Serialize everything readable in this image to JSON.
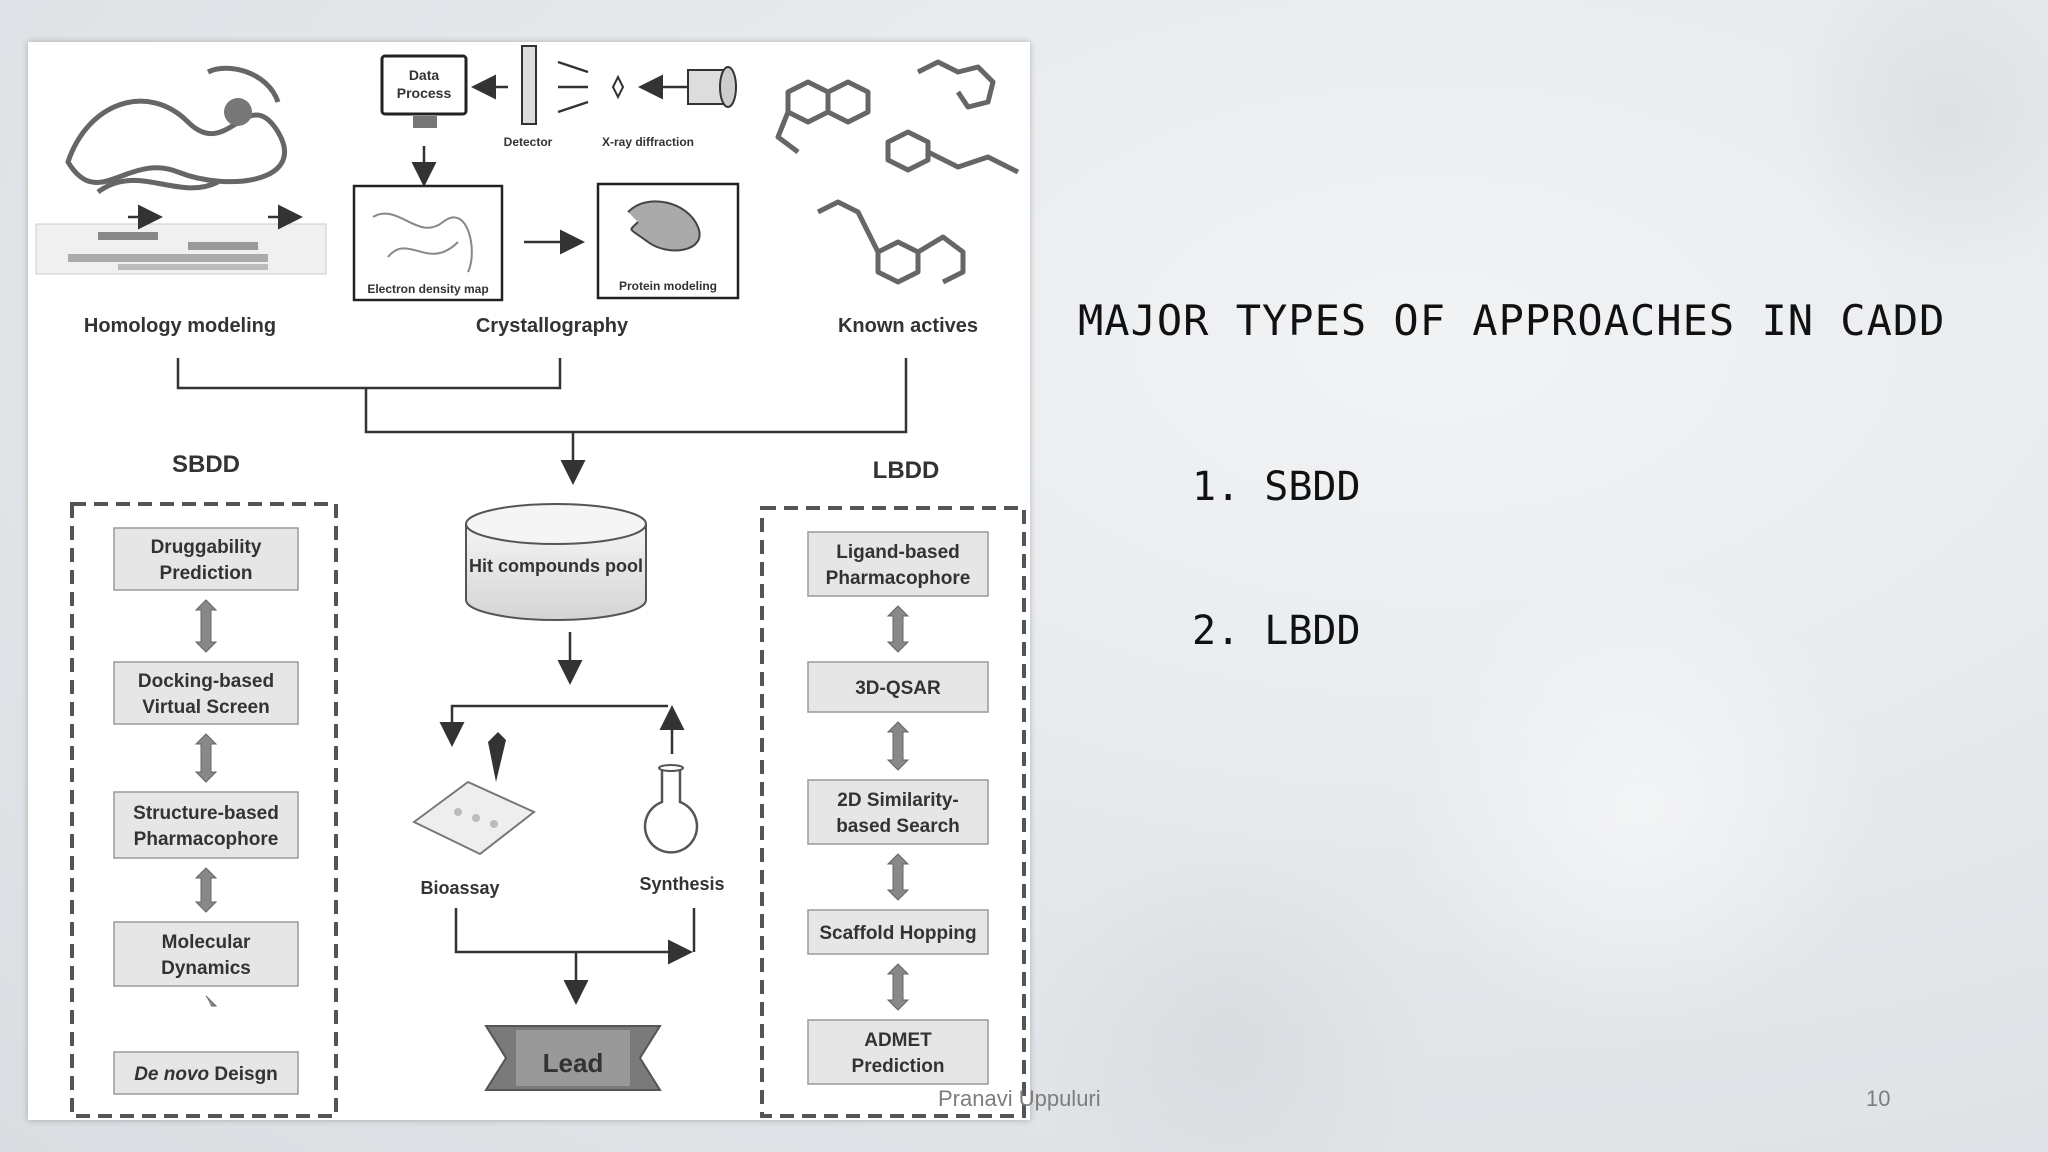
{
  "slide": {
    "title": "MAJOR TYPES OF APPROACHES IN CADD",
    "items": [
      "1. SBDD",
      "2. LBDD"
    ],
    "footer_author": "Pranavi Uppuluri",
    "page_number": "10"
  },
  "figure": {
    "data_process": [
      "Data",
      "Process"
    ],
    "detector": "Detector",
    "xray": "X-ray diffraction",
    "electron_density": "Electron density map",
    "protein_modeling": "Protein modeling",
    "homology": "Homology modeling",
    "crystallography": "Crystallography",
    "known_actives": "Known actives",
    "sbdd": "SBDD",
    "lbdd": "LBDD",
    "hit_pool": "Hit compounds pool",
    "bioassay": "Bioassay",
    "synthesis": "Synthesis",
    "lead": "Lead",
    "sbdd_steps": [
      [
        "Druggability",
        "Prediction"
      ],
      [
        "Docking-based",
        "Virtual Screen"
      ],
      [
        "Structure-based",
        "Pharmacophore"
      ],
      [
        "Molecular",
        "Dynamics"
      ]
    ],
    "de_novo_italic": "De novo",
    "de_novo_rest": " Deisgn",
    "lbdd_steps": [
      [
        "Ligand-based",
        "Pharmacophore"
      ],
      [
        "3D-QSAR"
      ],
      [
        "2D Similarity-",
        "based Search"
      ],
      [
        "Scaffold Hopping"
      ],
      [
        "ADMET",
        "Prediction"
      ]
    ]
  }
}
